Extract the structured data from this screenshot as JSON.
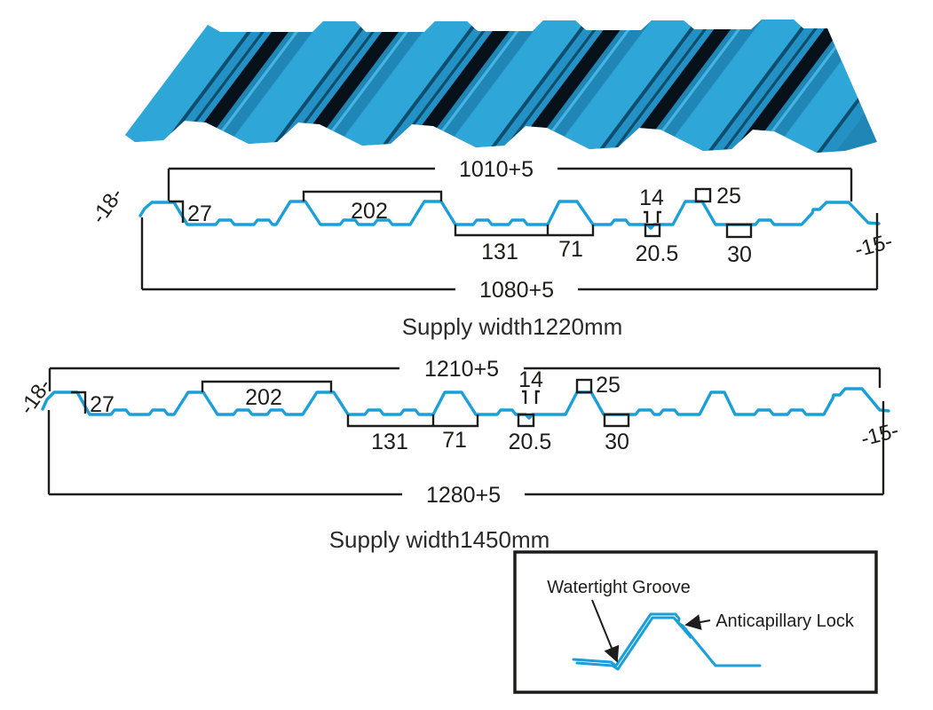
{
  "colors": {
    "profile_line_blue": "#1b9fd8",
    "dimension_black": "#1d1d1b",
    "sheet_light_blue": "#2ea7d8",
    "sheet_mid_blue": "#1f86b5",
    "sheet_dark_blue": "#0d4e6e",
    "sheet_shadow_black": "#061119"
  },
  "sheet_3d": {
    "description": "3D perspective view of blue trapezoidal corrugated metal roofing sheet"
  },
  "profile_1": {
    "top_width": "1010+5",
    "bottom_width": "1080+5",
    "edge_left": "-18-",
    "edge_right": "-15-",
    "dims": {
      "step": "27",
      "pan": "202",
      "flat": "131",
      "rib": "71",
      "groove_top": "14",
      "groove_depth": "20.5",
      "lock": "25",
      "groove2": "30"
    },
    "caption": "Supply width1220mm"
  },
  "profile_2": {
    "top_width": "1210+5",
    "bottom_width": "1280+5",
    "edge_left": "-18-",
    "edge_right": "-15-",
    "dims": {
      "step": "27",
      "pan": "202",
      "flat": "131",
      "rib": "71",
      "groove_top": "14",
      "groove_depth": "20.5",
      "lock": "25",
      "groove2": "30"
    },
    "caption": "Supply width1450mm"
  },
  "detail": {
    "label_groove": "Watertight Groove",
    "label_lock": "Anticapillary Lock"
  }
}
